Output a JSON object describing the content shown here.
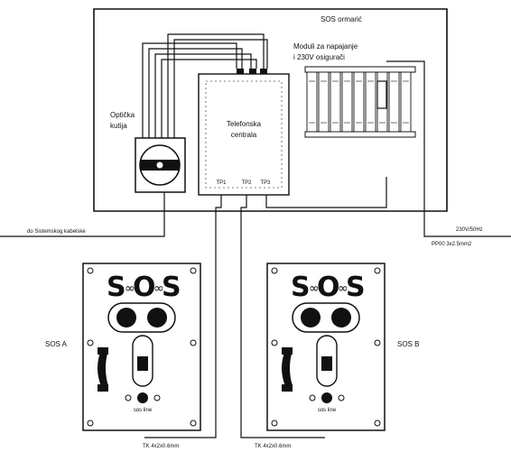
{
  "cabinet": {
    "title": "SOS ormarić",
    "modules_label_line1": "Moduli za napajanje",
    "modules_label_line2": "i 230V osigurači"
  },
  "bottom_device": {
    "label_line1": "Optička",
    "label_line2": "kutija"
  },
  "telephone_unit": {
    "label_line1": "Telefonska",
    "label_line2": "centrala"
  },
  "terminals": [
    "TP1",
    "TP2",
    "TP3"
  ],
  "cables": {
    "optical_left": "do Sistemskog kabelske",
    "power_in": "230V/50Hz",
    "power_cable": "PP00 3x2.5mm2",
    "cable_a": "TK 4x2x0.6mm",
    "cable_b": "TK 4x2x0.6mm"
  },
  "panels": [
    {
      "name": "SOS A",
      "letter_s1": "S",
      "letter_o": "O",
      "letter_s2": "S",
      "small_text": "sos line"
    },
    {
      "name": "SOS B",
      "letter_s1": "S",
      "letter_o": "O",
      "letter_s2": "S",
      "small_text": "sos line"
    }
  ]
}
